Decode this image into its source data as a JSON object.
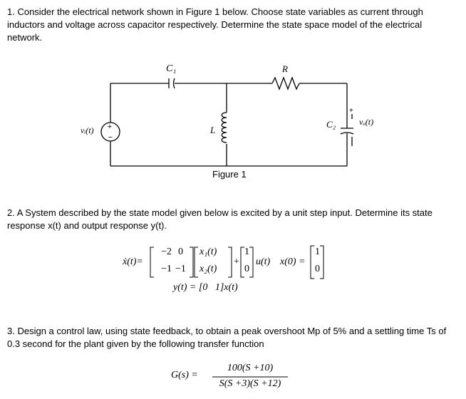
{
  "q1": {
    "text": "1. Consider the electrical network shown in Figure 1 below. Choose state variables as current through inductors and voltage across capacitor respectively. Determine the state space model of the electrical network."
  },
  "figure": {
    "caption": "Figure 1",
    "labels": {
      "c1": "C₁",
      "r": "R",
      "l": "L",
      "c2": "C₂",
      "vi": "vᵢ(t)",
      "vo": "vₒ(t)",
      "plus": "+",
      "minus": "−"
    }
  },
  "q2": {
    "text": "2. A System described by the state model given below is excited by a unit step input. Determine its state response x(t) and output response y(t)."
  },
  "state_model": {
    "xdot_lhs": "ẋ(t)=",
    "A": [
      [
        "−2",
        "0"
      ],
      [
        "−1",
        "−1"
      ]
    ],
    "x_vec": [
      "x₁(t)",
      "x₂(t)"
    ],
    "plus": "+",
    "B": [
      "1",
      "0"
    ],
    "u": "u(t)",
    "x0_lhs": "x(0) =",
    "x0": [
      "1",
      "0"
    ],
    "y_eq": "y(t) = [0   1]x(t)"
  },
  "q3": {
    "text": "3. Design a control law, using state feedback, to obtain a peak overshoot Mp of 5% and a settling time Ts of 0.3 second for the plant given by the following transfer function"
  },
  "tf": {
    "lhs": "G(s) =",
    "num": "100(S +10)",
    "den": "S(S +3)(S +12)"
  }
}
